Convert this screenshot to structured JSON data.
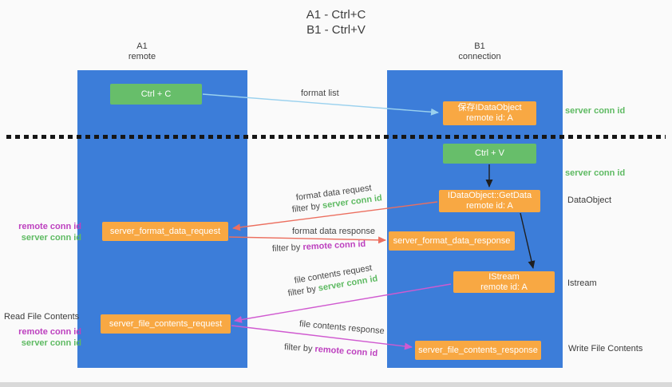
{
  "title": {
    "line1": "A1 - Ctrl+C",
    "line2": "B1 - Ctrl+V"
  },
  "lanes": {
    "left": {
      "name": "A1",
      "subtitle": "remote"
    },
    "right": {
      "name": "B1",
      "subtitle": "connection"
    }
  },
  "boxes": {
    "ctrl_c": {
      "label": "Ctrl + C"
    },
    "save_dataobject": {
      "title": "保存IDataObject",
      "remote_id": "remote id: A"
    },
    "ctrl_v": {
      "label": "Ctrl + V"
    },
    "getdata": {
      "title": "IDataObject::GetData",
      "remote_id": "remote id: A"
    },
    "format_request": {
      "label": "server_format_data_request"
    },
    "format_response": {
      "label": "server_format_data_response"
    },
    "istream": {
      "title": "IStream",
      "remote_id": "remote id: A"
    },
    "file_request": {
      "label": "server_file_contents_request"
    },
    "file_response": {
      "label": "server_file_contents_response"
    }
  },
  "arrow_labels": {
    "format_list": "format list",
    "format_data_request": "format data request",
    "format_data_response": "format data response",
    "file_contents_request": "file contents request",
    "file_contents_response": "file contents response",
    "filter_by": "filter by",
    "server_conn_id": "server conn id",
    "remote_conn_id": "remote conn id"
  },
  "side_labels": {
    "server_conn_id_top": "server conn id",
    "server_conn_id_middle": "server conn id",
    "dataobject": "DataObject",
    "istream": "Istream",
    "write_file_contents": "Write File Contents",
    "read_file_contents": "Read File Contents",
    "remote_conn_id_format": "remote conn id",
    "server_conn_id_format": "server conn id",
    "remote_conn_id_file": "remote conn id",
    "server_conn_id_file": "server conn id"
  },
  "colors": {
    "lane_blue": "#3c7dd9",
    "box_green": "#67be6a",
    "box_orange": "#f8a843",
    "arrow_blue": "#9ad1ee",
    "arrow_red": "#ec6f5f",
    "arrow_magenta": "#d05ad0",
    "arrow_dark": "#1f1f1f",
    "text_green": "#5eba62",
    "text_magenta": "#bd40bf"
  }
}
